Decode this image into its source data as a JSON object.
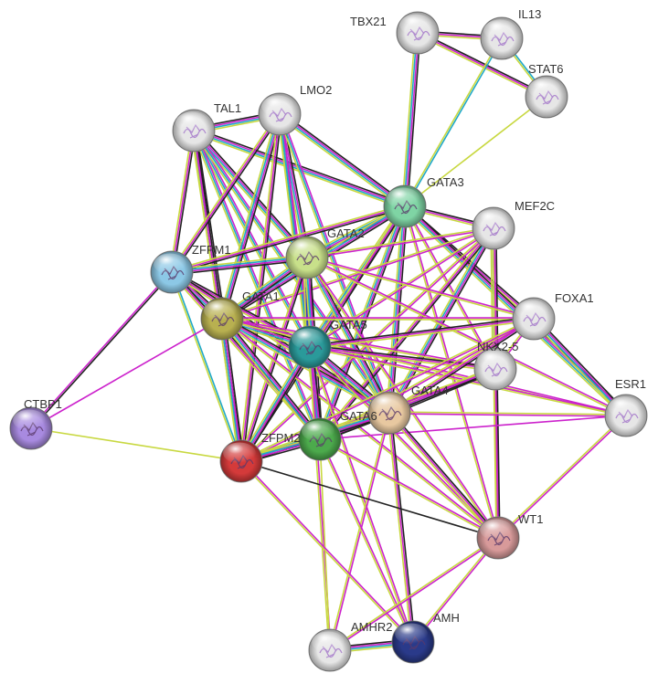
{
  "nodes": [
    {
      "id": "TBX21",
      "label": "TBX21",
      "color": "#e6e6e6"
    },
    {
      "id": "IL13",
      "label": "IL13",
      "color": "#e6e6e6"
    },
    {
      "id": "STAT6",
      "label": "STAT6",
      "color": "#e6e6e6"
    },
    {
      "id": "TAL1",
      "label": "TAL1",
      "color": "#e6e6e6"
    },
    {
      "id": "LMO2",
      "label": "LMO2",
      "color": "#e6e6e6"
    },
    {
      "id": "GATA3",
      "label": "GATA3",
      "color": "#7fd4a4"
    },
    {
      "id": "MEF2C",
      "label": "MEF2C",
      "color": "#e6e6e6"
    },
    {
      "id": "GATA2",
      "label": "GATA2",
      "color": "#c8e08a"
    },
    {
      "id": "ZFPM1",
      "label": "ZFPM1",
      "color": "#8cc8e6"
    },
    {
      "id": "GATA1",
      "label": "GATA1",
      "color": "#b8b050"
    },
    {
      "id": "GATA5",
      "label": "GATA5",
      "color": "#2a9a9a"
    },
    {
      "id": "FOXA1",
      "label": "FOXA1",
      "color": "#e6e6e6"
    },
    {
      "id": "NKX2-5",
      "label": "NKX2-5",
      "color": "#e6e6e6"
    },
    {
      "id": "ESR1",
      "label": "ESR1",
      "color": "#e6e6e6"
    },
    {
      "id": "GATA4",
      "label": "GATA4",
      "color": "#e8c8a0"
    },
    {
      "id": "GATA6",
      "label": "GATA6",
      "color": "#4caa4c"
    },
    {
      "id": "ZFPM2",
      "label": "ZFPM2",
      "color": "#d43a3a"
    },
    {
      "id": "CTBP1",
      "label": "CTBP1",
      "color": "#a88ae0"
    },
    {
      "id": "WT1",
      "label": "WT1",
      "color": "#d89a9a"
    },
    {
      "id": "AMHR2",
      "label": "AMHR2",
      "color": "#e6e6e6"
    },
    {
      "id": "AMH",
      "label": "AMH",
      "color": "#2a3a8a"
    }
  ],
  "edge_colors": {
    "black": "#222222",
    "magenta": "#cc22cc",
    "yellow": "#c8d840",
    "cyan": "#20a8c8",
    "blue": "#2840c0"
  },
  "edges": [
    {
      "a": "TBX21",
      "b": "IL13",
      "types": [
        "black",
        "magenta",
        "yellow"
      ]
    },
    {
      "a": "TBX21",
      "b": "STAT6",
      "types": [
        "black",
        "magenta",
        "yellow"
      ]
    },
    {
      "a": "TBX21",
      "b": "GATA3",
      "types": [
        "black",
        "magenta",
        "cyan",
        "yellow"
      ]
    },
    {
      "a": "IL13",
      "b": "STAT6",
      "types": [
        "cyan",
        "yellow"
      ]
    },
    {
      "a": "IL13",
      "b": "GATA3",
      "types": [
        "cyan",
        "yellow"
      ]
    },
    {
      "a": "STAT6",
      "b": "GATA3",
      "types": [
        "yellow"
      ]
    },
    {
      "a": "TAL1",
      "b": "LMO2",
      "types": [
        "black",
        "magenta",
        "cyan",
        "yellow"
      ]
    },
    {
      "a": "TAL1",
      "b": "GATA3",
      "types": [
        "black",
        "magenta",
        "cyan",
        "yellow"
      ]
    },
    {
      "a": "TAL1",
      "b": "GATA2",
      "types": [
        "black",
        "magenta",
        "cyan",
        "yellow"
      ]
    },
    {
      "a": "TAL1",
      "b": "GATA1",
      "types": [
        "black",
        "magenta",
        "cyan",
        "yellow"
      ]
    },
    {
      "a": "TAL1",
      "b": "ZFPM1",
      "types": [
        "black",
        "magenta",
        "yellow"
      ]
    },
    {
      "a": "TAL1",
      "b": "GATA5",
      "types": [
        "magenta",
        "cyan",
        "yellow"
      ]
    },
    {
      "a": "TAL1",
      "b": "GATA4",
      "types": [
        "magenta",
        "cyan",
        "yellow"
      ]
    },
    {
      "a": "TAL1",
      "b": "GATA6",
      "types": [
        "magenta",
        "cyan",
        "yellow"
      ]
    },
    {
      "a": "TAL1",
      "b": "ZFPM2",
      "types": [
        "black",
        "magenta",
        "yellow"
      ]
    },
    {
      "a": "LMO2",
      "b": "GATA3",
      "types": [
        "black",
        "magenta",
        "cyan",
        "yellow"
      ]
    },
    {
      "a": "LMO2",
      "b": "GATA2",
      "types": [
        "black",
        "magenta",
        "cyan",
        "yellow"
      ]
    },
    {
      "a": "LMO2",
      "b": "GATA1",
      "types": [
        "black",
        "magenta",
        "cyan",
        "yellow"
      ]
    },
    {
      "a": "LMO2",
      "b": "ZFPM1",
      "types": [
        "black",
        "magenta",
        "yellow"
      ]
    },
    {
      "a": "LMO2",
      "b": "GATA5",
      "types": [
        "magenta",
        "cyan",
        "yellow"
      ]
    },
    {
      "a": "LMO2",
      "b": "GATA4",
      "types": [
        "magenta",
        "cyan",
        "yellow"
      ]
    },
    {
      "a": "LMO2",
      "b": "GATA6",
      "types": [
        "magenta",
        "cyan",
        "yellow"
      ]
    },
    {
      "a": "LMO2",
      "b": "ZFPM2",
      "types": [
        "black",
        "magenta",
        "yellow"
      ]
    },
    {
      "a": "GATA3",
      "b": "MEF2C",
      "types": [
        "black",
        "magenta",
        "yellow"
      ]
    },
    {
      "a": "GATA3",
      "b": "GATA2",
      "types": [
        "black",
        "magenta",
        "cyan",
        "yellow"
      ]
    },
    {
      "a": "GATA3",
      "b": "GATA1",
      "types": [
        "black",
        "magenta",
        "cyan",
        "yellow"
      ]
    },
    {
      "a": "GATA3",
      "b": "ZFPM1",
      "types": [
        "black",
        "magenta",
        "yellow"
      ]
    },
    {
      "a": "GATA3",
      "b": "GATA5",
      "types": [
        "black",
        "magenta",
        "cyan",
        "yellow"
      ]
    },
    {
      "a": "GATA3",
      "b": "FOXA1",
      "types": [
        "black",
        "magenta",
        "yellow"
      ]
    },
    {
      "a": "GATA3",
      "b": "NKX2-5",
      "types": [
        "magenta",
        "yellow"
      ]
    },
    {
      "a": "GATA3",
      "b": "ESR1",
      "types": [
        "black",
        "magenta",
        "cyan",
        "yellow"
      ]
    },
    {
      "a": "GATA3",
      "b": "GATA4",
      "types": [
        "black",
        "magenta",
        "cyan",
        "yellow"
      ]
    },
    {
      "a": "GATA3",
      "b": "GATA6",
      "types": [
        "black",
        "magenta",
        "cyan",
        "yellow"
      ]
    },
    {
      "a": "GATA3",
      "b": "ZFPM2",
      "types": [
        "black",
        "magenta",
        "yellow"
      ]
    },
    {
      "a": "GATA3",
      "b": "WT1",
      "types": [
        "magenta",
        "yellow"
      ]
    },
    {
      "a": "MEF2C",
      "b": "GATA2",
      "types": [
        "magenta",
        "yellow"
      ]
    },
    {
      "a": "MEF2C",
      "b": "GATA1",
      "types": [
        "magenta",
        "yellow"
      ]
    },
    {
      "a": "MEF2C",
      "b": "GATA5",
      "types": [
        "magenta",
        "yellow"
      ]
    },
    {
      "a": "MEF2C",
      "b": "GATA4",
      "types": [
        "black",
        "magenta",
        "cyan",
        "yellow"
      ]
    },
    {
      "a": "MEF2C",
      "b": "GATA6",
      "types": [
        "black",
        "magenta",
        "yellow"
      ]
    },
    {
      "a": "MEF2C",
      "b": "NKX2-5",
      "types": [
        "black",
        "magenta",
        "cyan",
        "yellow"
      ]
    },
    {
      "a": "MEF2C",
      "b": "ZFPM2",
      "types": [
        "magenta",
        "yellow"
      ]
    },
    {
      "a": "MEF2C",
      "b": "WT1",
      "types": [
        "magenta",
        "yellow"
      ]
    },
    {
      "a": "GATA2",
      "b": "ZFPM1",
      "types": [
        "black",
        "magenta",
        "cyan",
        "yellow"
      ]
    },
    {
      "a": "GATA2",
      "b": "GATA1",
      "types": [
        "black",
        "magenta",
        "cyan",
        "yellow"
      ]
    },
    {
      "a": "GATA2",
      "b": "GATA5",
      "types": [
        "black",
        "magenta",
        "cyan",
        "blue",
        "yellow"
      ]
    },
    {
      "a": "GATA2",
      "b": "GATA4",
      "types": [
        "black",
        "magenta",
        "cyan",
        "yellow"
      ]
    },
    {
      "a": "GATA2",
      "b": "GATA6",
      "types": [
        "black",
        "magenta",
        "cyan",
        "yellow"
      ]
    },
    {
      "a": "GATA2",
      "b": "ZFPM2",
      "types": [
        "black",
        "magenta",
        "yellow"
      ]
    },
    {
      "a": "GATA2",
      "b": "FOXA1",
      "types": [
        "magenta",
        "yellow"
      ]
    },
    {
      "a": "GATA2",
      "b": "ESR1",
      "types": [
        "magenta",
        "yellow"
      ]
    },
    {
      "a": "GATA2",
      "b": "WT1",
      "types": [
        "magenta",
        "yellow"
      ]
    },
    {
      "a": "ZFPM1",
      "b": "GATA1",
      "types": [
        "black",
        "magenta",
        "cyan",
        "yellow"
      ]
    },
    {
      "a": "ZFPM1",
      "b": "GATA5",
      "types": [
        "black",
        "magenta",
        "yellow"
      ]
    },
    {
      "a": "ZFPM1",
      "b": "GATA4",
      "types": [
        "black",
        "magenta",
        "yellow"
      ]
    },
    {
      "a": "ZFPM1",
      "b": "GATA6",
      "types": [
        "black",
        "magenta",
        "yellow"
      ]
    },
    {
      "a": "ZFPM1",
      "b": "ZFPM2",
      "types": [
        "cyan",
        "yellow"
      ]
    },
    {
      "a": "ZFPM1",
      "b": "CTBP1",
      "types": [
        "black",
        "magenta"
      ]
    },
    {
      "a": "GATA1",
      "b": "GATA5",
      "types": [
        "black",
        "magenta",
        "cyan",
        "yellow"
      ]
    },
    {
      "a": "GATA1",
      "b": "GATA4",
      "types": [
        "black",
        "magenta",
        "cyan",
        "yellow"
      ]
    },
    {
      "a": "GATA1",
      "b": "GATA6",
      "types": [
        "black",
        "magenta",
        "cyan",
        "yellow"
      ]
    },
    {
      "a": "GATA1",
      "b": "ZFPM2",
      "types": [
        "black",
        "magenta",
        "cyan",
        "yellow"
      ]
    },
    {
      "a": "GATA1",
      "b": "FOXA1",
      "types": [
        "magenta",
        "yellow"
      ]
    },
    {
      "a": "GATA1",
      "b": "NKX2-5",
      "types": [
        "magenta",
        "yellow"
      ]
    },
    {
      "a": "GATA1",
      "b": "ESR1",
      "types": [
        "magenta",
        "yellow"
      ]
    },
    {
      "a": "GATA1",
      "b": "WT1",
      "types": [
        "magenta",
        "yellow"
      ]
    },
    {
      "a": "GATA1",
      "b": "CTBP1",
      "types": [
        "magenta"
      ]
    },
    {
      "a": "GATA5",
      "b": "FOXA1",
      "types": [
        "black",
        "magenta",
        "yellow"
      ]
    },
    {
      "a": "GATA5",
      "b": "NKX2-5",
      "types": [
        "black",
        "magenta",
        "yellow"
      ]
    },
    {
      "a": "GATA5",
      "b": "ESR1",
      "types": [
        "magenta",
        "yellow"
      ]
    },
    {
      "a": "GATA5",
      "b": "GATA4",
      "types": [
        "black",
        "magenta",
        "cyan",
        "yellow"
      ]
    },
    {
      "a": "GATA5",
      "b": "GATA6",
      "types": [
        "black",
        "magenta",
        "cyan",
        "yellow"
      ]
    },
    {
      "a": "GATA5",
      "b": "ZFPM2",
      "types": [
        "black",
        "magenta",
        "cyan",
        "yellow"
      ]
    },
    {
      "a": "GATA5",
      "b": "WT1",
      "types": [
        "magenta",
        "yellow"
      ]
    },
    {
      "a": "GATA5",
      "b": "AMHR2",
      "types": [
        "magenta",
        "yellow"
      ]
    },
    {
      "a": "GATA5",
      "b": "AMH",
      "types": [
        "magenta",
        "yellow"
      ]
    },
    {
      "a": "FOXA1",
      "b": "NKX2-5",
      "types": [
        "magenta",
        "yellow"
      ]
    },
    {
      "a": "FOXA1",
      "b": "ESR1",
      "types": [
        "black",
        "magenta",
        "cyan",
        "yellow"
      ]
    },
    {
      "a": "FOXA1",
      "b": "GATA4",
      "types": [
        "black",
        "magenta",
        "yellow"
      ]
    },
    {
      "a": "FOXA1",
      "b": "GATA6",
      "types": [
        "magenta",
        "yellow"
      ]
    },
    {
      "a": "FOXA1",
      "b": "ZFPM2",
      "types": [
        "magenta",
        "yellow"
      ]
    },
    {
      "a": "NKX2-5",
      "b": "GATA4",
      "types": [
        "black",
        "magenta",
        "cyan",
        "yellow"
      ]
    },
    {
      "a": "NKX2-5",
      "b": "GATA6",
      "types": [
        "black",
        "magenta",
        "yellow"
      ]
    },
    {
      "a": "NKX2-5",
      "b": "ZFPM2",
      "types": [
        "magenta",
        "yellow"
      ]
    },
    {
      "a": "NKX2-5",
      "b": "WT1",
      "types": [
        "black",
        "magenta",
        "yellow"
      ]
    },
    {
      "a": "ESR1",
      "b": "GATA4",
      "types": [
        "magenta",
        "yellow"
      ]
    },
    {
      "a": "ESR1",
      "b": "GATA6",
      "types": [
        "magenta"
      ]
    },
    {
      "a": "ESR1",
      "b": "WT1",
      "types": [
        "magenta",
        "yellow"
      ]
    },
    {
      "a": "GATA4",
      "b": "GATA6",
      "types": [
        "black",
        "magenta",
        "cyan",
        "yellow"
      ]
    },
    {
      "a": "GATA4",
      "b": "ZFPM2",
      "types": [
        "black",
        "magenta",
        "cyan",
        "yellow"
      ]
    },
    {
      "a": "GATA4",
      "b": "WT1",
      "types": [
        "black",
        "magenta",
        "yellow"
      ]
    },
    {
      "a": "GATA4",
      "b": "AMHR2",
      "types": [
        "magenta",
        "yellow"
      ]
    },
    {
      "a": "GATA4",
      "b": "AMH",
      "types": [
        "black",
        "magenta",
        "yellow"
      ]
    },
    {
      "a": "GATA6",
      "b": "ZFPM2",
      "types": [
        "black",
        "magenta",
        "cyan",
        "yellow"
      ]
    },
    {
      "a": "GATA6",
      "b": "WT1",
      "types": [
        "magenta",
        "yellow"
      ]
    },
    {
      "a": "GATA6",
      "b": "AMH",
      "types": [
        "magenta",
        "yellow"
      ]
    },
    {
      "a": "GATA6",
      "b": "AMHR2",
      "types": [
        "yellow"
      ]
    },
    {
      "a": "ZFPM2",
      "b": "CTBP1",
      "types": [
        "yellow"
      ]
    },
    {
      "a": "ZFPM2",
      "b": "WT1",
      "types": [
        "black"
      ]
    },
    {
      "a": "ZFPM2",
      "b": "AMH",
      "types": [
        "magenta",
        "yellow"
      ]
    },
    {
      "a": "WT1",
      "b": "AMH",
      "types": [
        "magenta",
        "yellow"
      ]
    },
    {
      "a": "WT1",
      "b": "AMHR2",
      "types": [
        "magenta",
        "yellow"
      ]
    },
    {
      "a": "AMHR2",
      "b": "AMH",
      "types": [
        "black",
        "magenta",
        "cyan",
        "yellow"
      ]
    }
  ]
}
